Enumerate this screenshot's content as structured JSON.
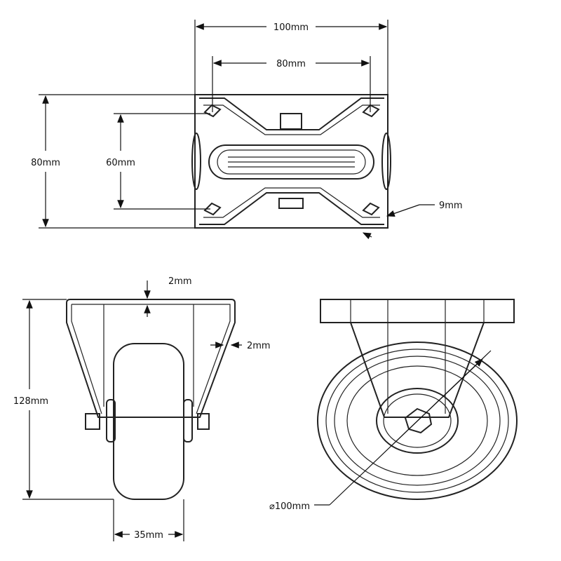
{
  "top_view": {
    "width_label": "100mm",
    "hole_width_label": "80mm",
    "height_label": "80mm",
    "hole_height_label": "60mm",
    "hole_label": "9mm"
  },
  "front_view": {
    "plate_thickness_label": "2mm",
    "side_thickness_label": "2mm",
    "height_label": "128mm",
    "wheel_width_label": "35mm"
  },
  "side_view": {
    "diameter_label": "⌀100mm"
  },
  "colors": {
    "line": "#222222",
    "background": "#ffffff"
  }
}
